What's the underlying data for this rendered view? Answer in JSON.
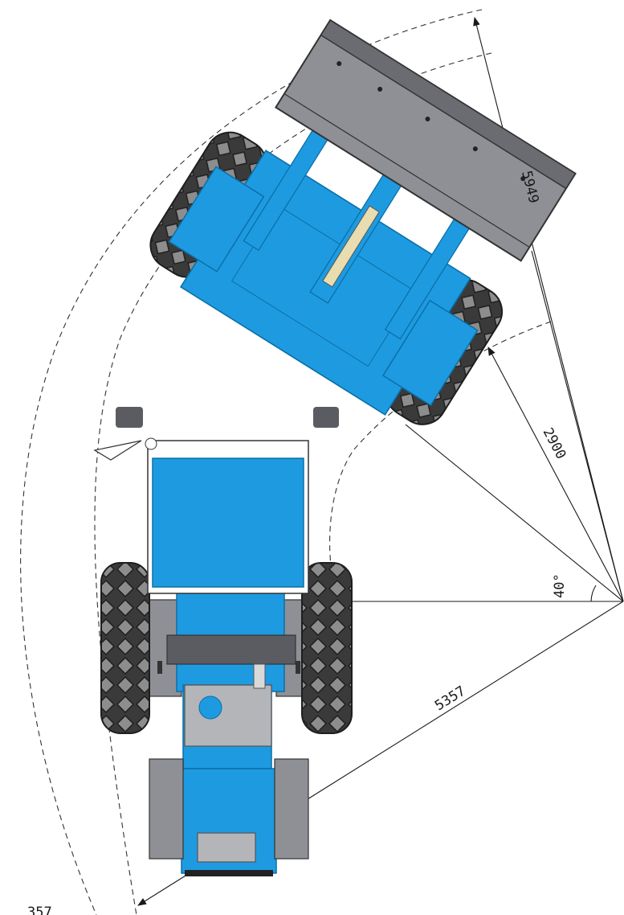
{
  "dimensions": {
    "outer_radius": "5949",
    "inner_radius": "2900",
    "reach": "5357",
    "angle": "40°",
    "cut_label": "357"
  },
  "colors": {
    "machine_blue": "#1e9be0",
    "blue_dark": "#0b6fa8",
    "steel_grey": "#8f9096",
    "steel_dark": "#5b5c61",
    "tyre": "#3a3a3a",
    "line": "#1a1a1a"
  }
}
